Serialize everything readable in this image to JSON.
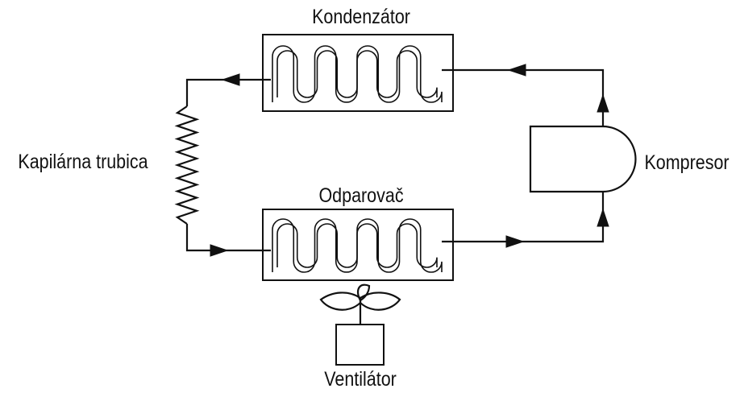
{
  "labels": {
    "condenser": "Kondenzátor",
    "evaporator": "Odparovač",
    "capillary": "Kapilárna trubica",
    "compressor": "Kompresor",
    "fan": "Ventilátor"
  }
}
